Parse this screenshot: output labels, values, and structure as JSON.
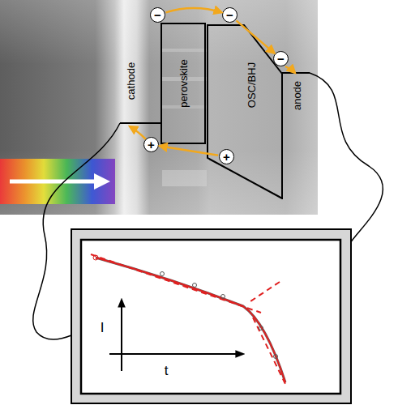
{
  "diagram": {
    "nodes": [
      {
        "text": [
          "perovskite"
        ]
      },
      {
        "text": [
          "OSC/BHJ"
        ]
      },
      {
        "text": [
          "−"
        ]
      },
      {
        "text": [
          "−"
        ]
      },
      {
        "text": [
          "−"
        ]
      },
      {
        "text": [
          "+"
        ]
      },
      {
        "text": [
          "+"
        ]
      }
    ],
    "edges": [
      {
        "from": 2,
        "to": 3,
        "arrow": "to"
      },
      {
        "from": 3,
        "to": 4,
        "arrow": "to"
      },
      {
        "from": 6,
        "to": 5,
        "arrow": "to"
      }
    ],
    "labels": [
      "cathode",
      "anode",
      "I",
      "t"
    ]
  }
}
